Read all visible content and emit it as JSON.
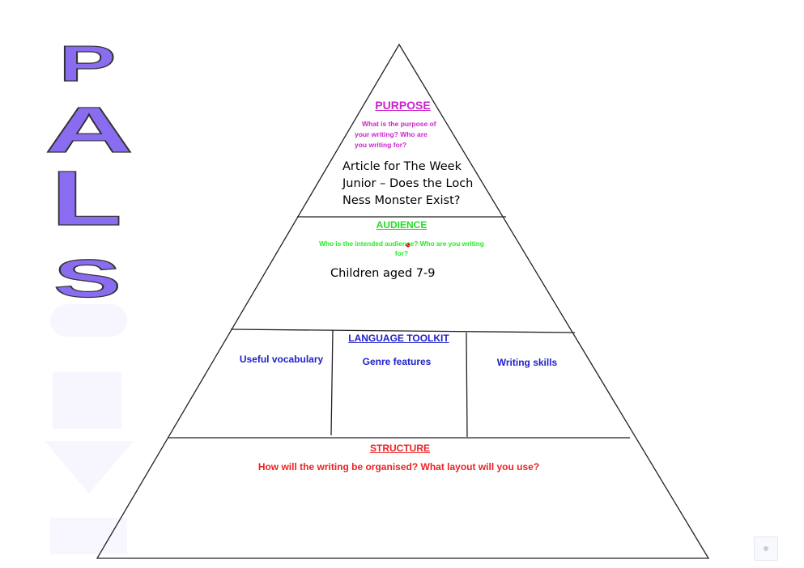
{
  "logo": {
    "letters": [
      "P",
      "A",
      "L",
      "S"
    ],
    "color": "#8a6cf0"
  },
  "purpose": {
    "heading": "PURPOSE",
    "prompt_lines": [
      "What is the purpose of",
      "your writing? Who are",
      "you writing for?"
    ],
    "answer_lines": [
      "Article for The Week",
      "Junior – Does the Loch",
      "Ness Monster Exist?"
    ],
    "color": "#cc22cc"
  },
  "audience": {
    "heading": "AUDIENCE",
    "prompt_lines": [
      "Who is the intended audience? Who are you writing",
      "for?"
    ],
    "answer": "Children aged 7-9",
    "color": "#22ee22"
  },
  "language": {
    "heading": "LANGUAGE TOOLKIT",
    "columns": [
      "Useful vocabulary",
      "Genre features",
      "Writing skills"
    ],
    "color": "#2020cc"
  },
  "structure": {
    "heading": "STRUCTURE",
    "prompt": "How will the writing be organised? What layout will you use?",
    "color": "#ee2222"
  }
}
